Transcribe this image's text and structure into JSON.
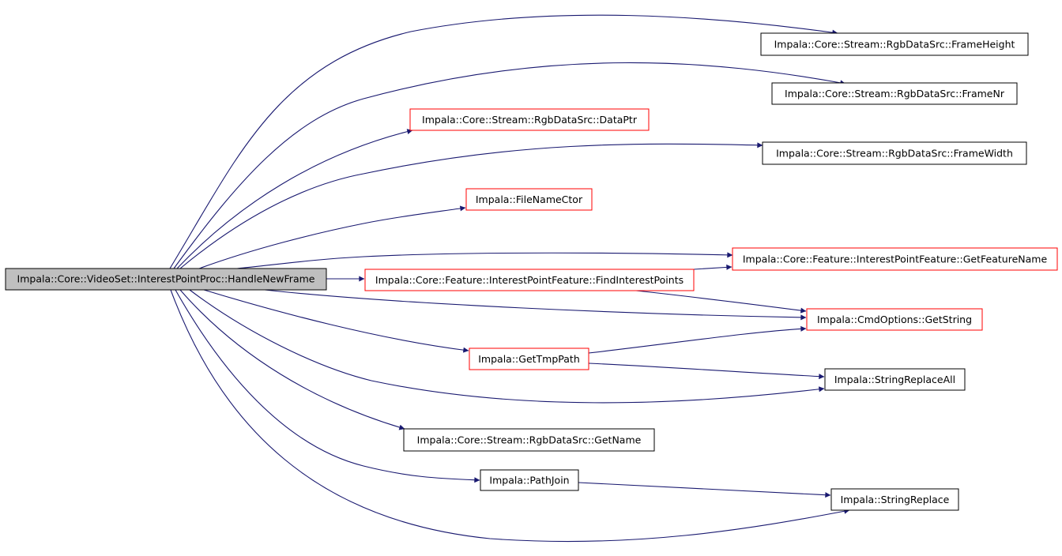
{
  "diagram": {
    "root": {
      "label": "Impala::Core::VideoSet::InterestPointProc::HandleNewFrame"
    },
    "nodes": [
      {
        "label": "Impala::Core::Stream::RgbDataSrc::FrameHeight",
        "status": "documented"
      },
      {
        "label": "Impala::Core::Stream::RgbDataSrc::FrameNr",
        "status": "documented"
      },
      {
        "label": "Impala::Core::Stream::RgbDataSrc::DataPtr",
        "status": "has-callees"
      },
      {
        "label": "Impala::Core::Stream::RgbDataSrc::FrameWidth",
        "status": "documented"
      },
      {
        "label": "Impala::FileNameCtor",
        "status": "has-callees"
      },
      {
        "label": "Impala::Core::Feature::InterestPointFeature::GetFeatureName",
        "status": "has-callees"
      },
      {
        "label": "Impala::Core::Feature::InterestPointFeature::FindInterestPoints",
        "status": "has-callees"
      },
      {
        "label": "Impala::CmdOptions::GetString",
        "status": "has-callees"
      },
      {
        "label": "Impala::GetTmpPath",
        "status": "has-callees"
      },
      {
        "label": "Impala::StringReplaceAll",
        "status": "documented"
      },
      {
        "label": "Impala::Core::Stream::RgbDataSrc::GetName",
        "status": "documented"
      },
      {
        "label": "Impala::PathJoin",
        "status": "documented"
      },
      {
        "label": "Impala::StringReplace",
        "status": "documented"
      }
    ]
  },
  "colors": {
    "root_fill": "#bfbfbf",
    "documented_border": "#000000",
    "has_callees_border": "#ff0000",
    "edge": "#191970"
  }
}
